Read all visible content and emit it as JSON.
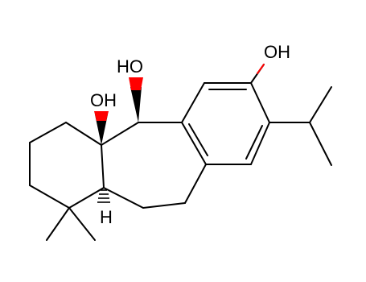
{
  "molecule": {
    "atoms": [
      {
        "id": "oh_top",
        "text": "HO",
        "color": "#000000"
      },
      {
        "id": "oh_left",
        "text": "OH",
        "color": "#000000"
      },
      {
        "id": "oh_phenol",
        "text": "OH",
        "color": "#000000"
      },
      {
        "id": "h_stereo",
        "text": "H",
        "color": "#000000"
      }
    ],
    "colors": {
      "bond": "#000000",
      "oxygen": "#ff0000",
      "wedge": "#000000"
    }
  }
}
